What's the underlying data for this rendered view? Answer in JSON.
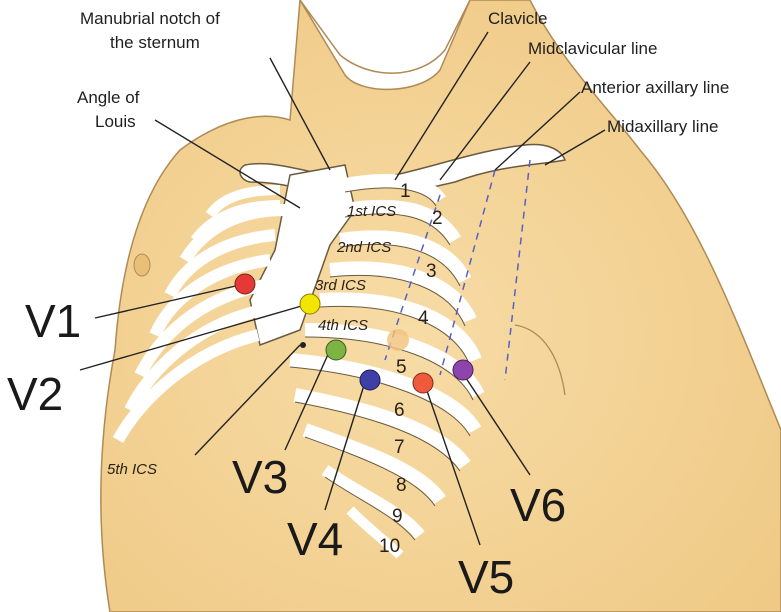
{
  "labels": {
    "manubrial_line1": "Manubrial notch of",
    "manubrial_line2": "the sternum",
    "angle_line1": "Angle of",
    "angle_line2": "Louis",
    "clavicle": "Clavicle",
    "midclavicular": "Midclavicular line",
    "anterior_axillary": "Anterior axillary line",
    "midaxillary": "Midaxillary line",
    "fifth_ics": "5th ICS"
  },
  "ics_labels": [
    "1st ICS",
    "2nd ICS",
    "3rd ICS",
    "4th ICS"
  ],
  "rib_numbers": [
    "1",
    "2",
    "3",
    "4",
    "5",
    "6",
    "7",
    "8",
    "9",
    "10"
  ],
  "leads": [
    {
      "name": "V1",
      "color": "#e53935"
    },
    {
      "name": "V2",
      "color": "#f2e600"
    },
    {
      "name": "V3",
      "color": "#7cb342"
    },
    {
      "name": "V4",
      "color": "#3f3fa8"
    },
    {
      "name": "V5",
      "color": "#ef5a3c"
    },
    {
      "name": "V6",
      "color": "#8e44ad"
    }
  ],
  "colors": {
    "skin": "#f5d79b",
    "skin_shadow": "#ecc27a",
    "bone": "#ffffff",
    "outline": "#6b5a40",
    "guide_line": "#5560c8"
  }
}
